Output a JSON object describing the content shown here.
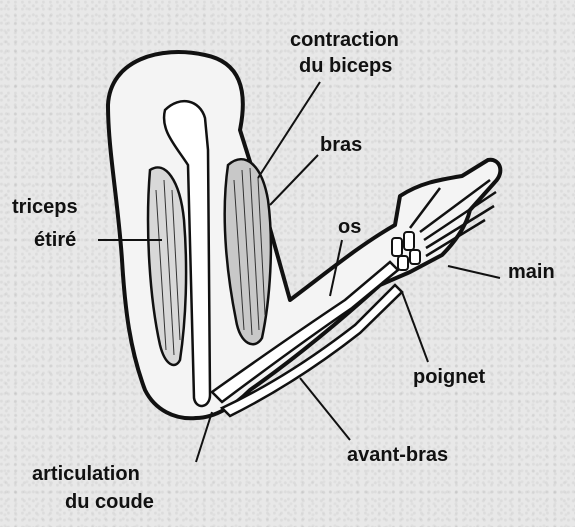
{
  "labels": {
    "biceps_line1": "contraction",
    "biceps_line2": "du biceps",
    "bras": "bras",
    "triceps_line1": "triceps",
    "triceps_line2": "étiré",
    "os": "os",
    "main": "main",
    "poignet": "poignet",
    "avant_bras": "avant-bras",
    "coude_line1": "articulation",
    "coude_line2": "du coude"
  },
  "colors": {
    "ink": "#111111",
    "skin_fill": "#f4f4f4",
    "muscle_fill": "#c8c8c8",
    "background": "#e8e8e8"
  }
}
